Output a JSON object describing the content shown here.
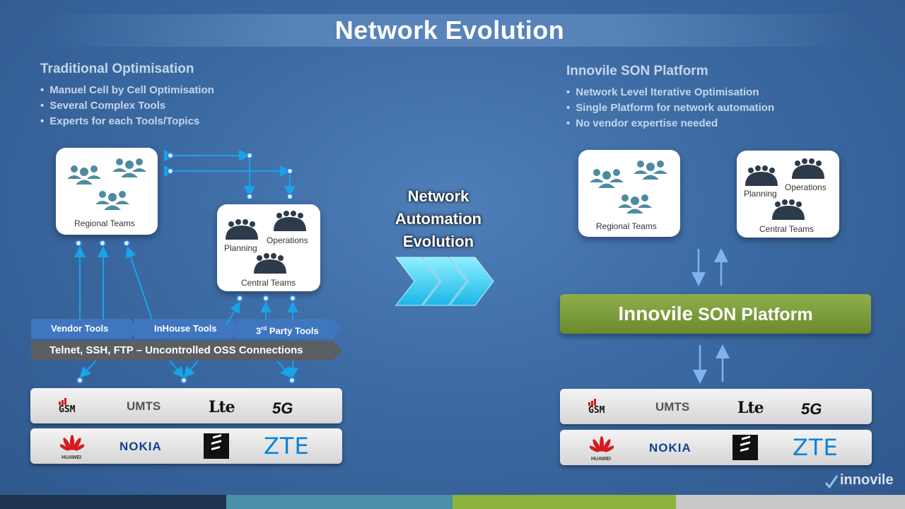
{
  "title": "Network Evolution",
  "left": {
    "heading": "Traditional Optimisation",
    "bullets": [
      "Manuel Cell by Cell Optimisation",
      "Several Complex Tools",
      "Experts for each Tools/Topics"
    ],
    "regional_label": "Regional Teams",
    "planning_label": "Planning",
    "operations_label": "Operations",
    "central_label": "Central Teams",
    "tools": {
      "vendor": "Vendor Tools",
      "inhouse": "InHouse Tools",
      "third_prefix": "3",
      "third_sup": "rd",
      "third_suffix": " Party Tools"
    },
    "oss_label": "Telnet, SSH, FTP – Uncontrolled OSS Connections"
  },
  "center": {
    "lines": [
      "Network",
      "Automation",
      "Evolution"
    ]
  },
  "right": {
    "heading": "Innovile SON Platform",
    "bullets": [
      "Network Level Iterative Optimisation",
      "Single Platform for network automation",
      "No vendor expertise needed"
    ],
    "regional_label": "Regional Teams",
    "planning_label": "Planning",
    "operations_label": "Operations",
    "central_label": "Central Teams",
    "platform_big": "Innovile",
    "platform_small": " SON Platform"
  },
  "tech_row": {
    "gsm": "GSM",
    "umts": "UMTS",
    "lte": "Lte",
    "g5": "5G"
  },
  "vendor_row": {
    "huawei": "HUAWEI",
    "nokia": "NOKIA",
    "zte": "ZTE"
  },
  "brand": "innovile",
  "colors": {
    "people_teal": "#4d8ba1",
    "people_dark": "#2d3a4a",
    "arrow_blue": "#19a3e8",
    "platform_green": "#7a9a3a",
    "footer": [
      "#1f3550",
      "#4a90a8",
      "#8cb33e",
      "#c8c8c8"
    ]
  }
}
